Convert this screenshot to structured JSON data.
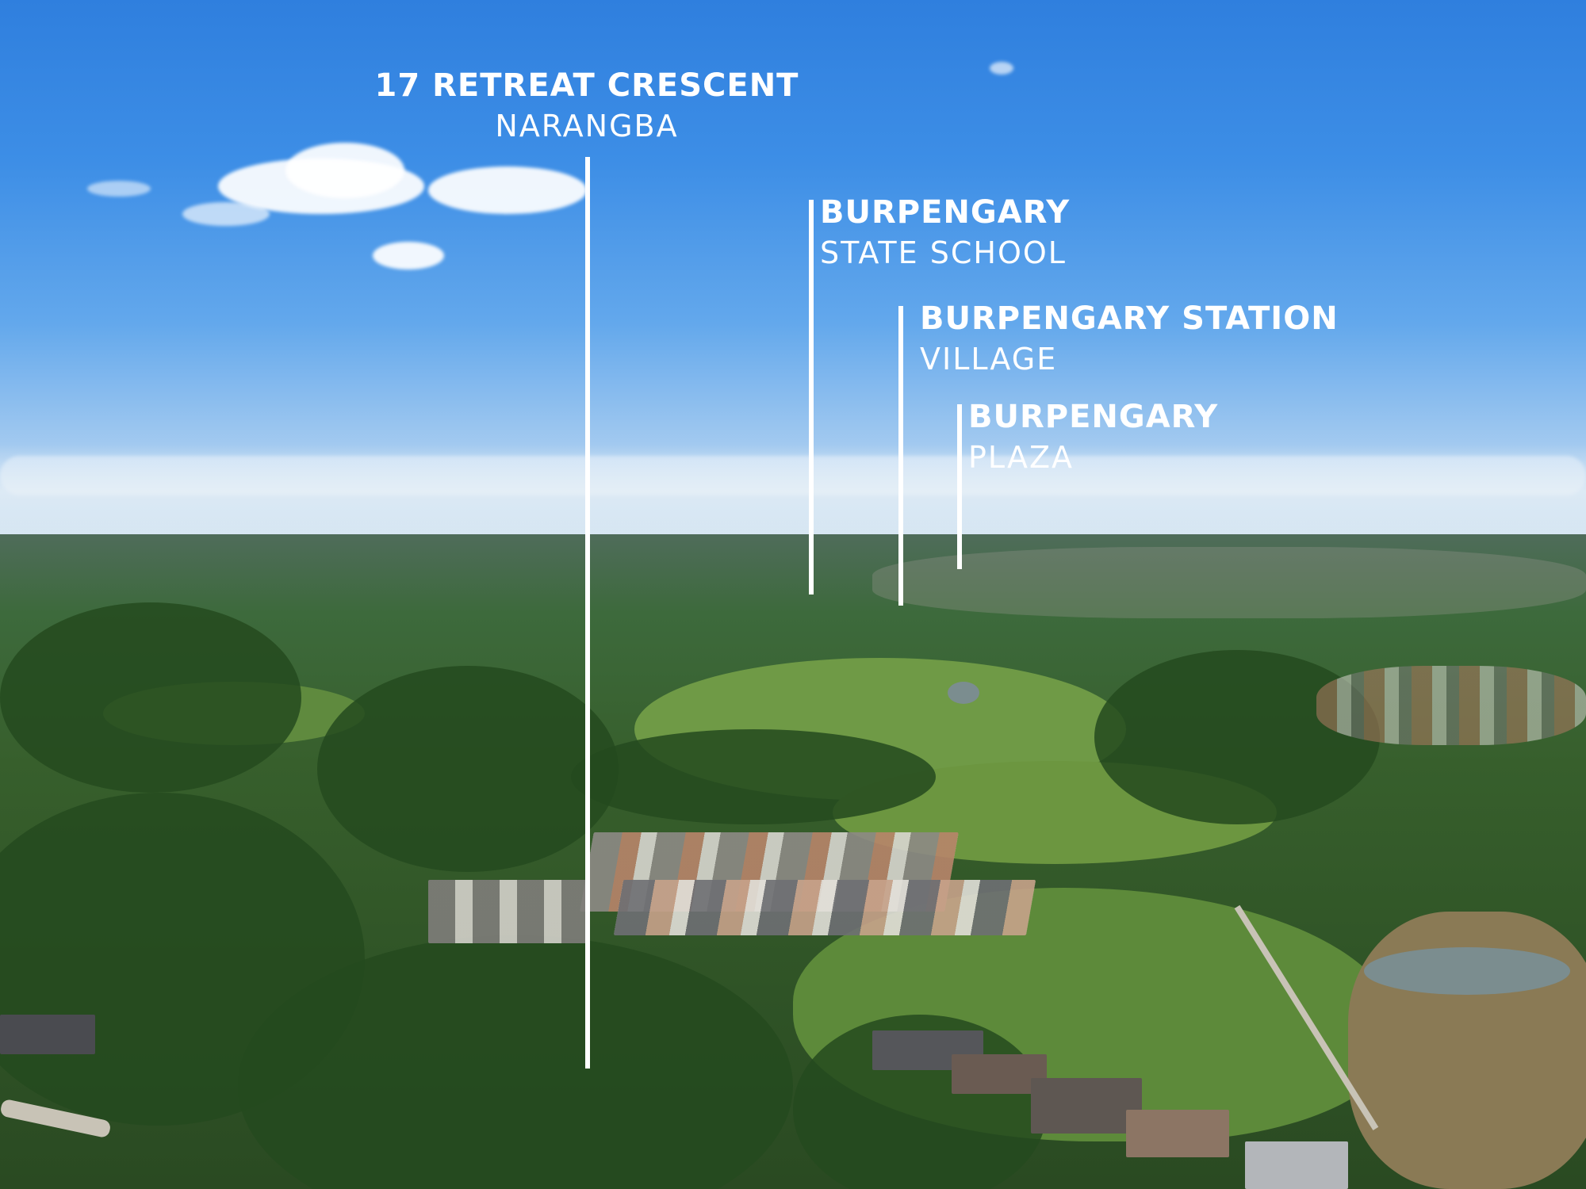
{
  "callouts": [
    {
      "title": "17 RETREAT CRESCENT",
      "subtitle": "NARANGBA"
    },
    {
      "title": "BURPENGARY",
      "subtitle": "STATE SCHOOL"
    },
    {
      "title": "BURPENGARY STATION",
      "subtitle": "VILLAGE"
    },
    {
      "title": "BURPENGARY",
      "subtitle": "PLAZA"
    }
  ],
  "colors": {
    "sky": "#3d8ee6",
    "grass": "#5d8a3a",
    "trees": "#2f5326",
    "label": "#ffffff"
  }
}
